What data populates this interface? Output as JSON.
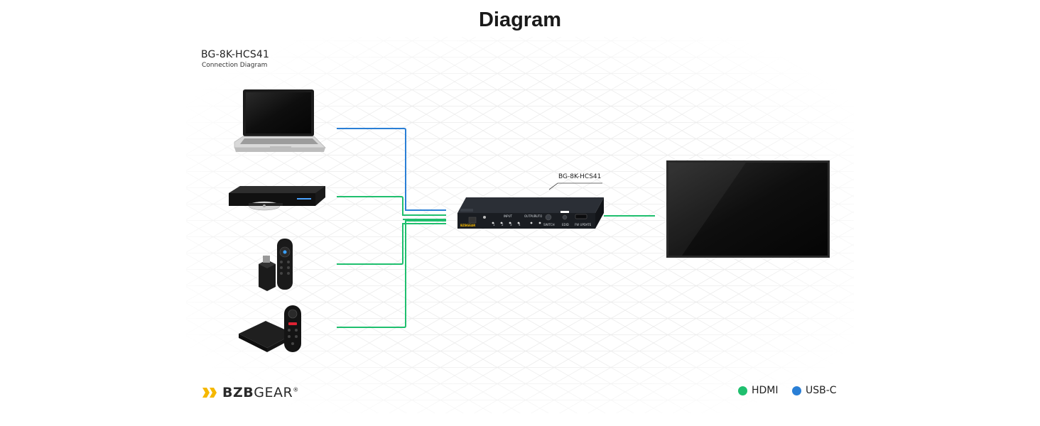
{
  "header": {
    "title": "Diagram"
  },
  "diagram": {
    "model": "BG-8K-HCS41",
    "subtitle": "Connection Diagram",
    "callout": "BG-8K-HCS41",
    "device_brand": "BZBGEAR",
    "panel": {
      "input_label": "INPUT",
      "output_label": "OUTPUT",
      "auto_label": "AUTO",
      "switch_label": "SWITCH",
      "edid_label": "EDID",
      "fw_label": "FW UPDATE",
      "numbers": [
        "1",
        "2",
        "3",
        "4"
      ]
    }
  },
  "footer": {
    "brand_bold": "BZB",
    "brand_light": "GEAR",
    "brand_mark": "®"
  },
  "legend": [
    {
      "label": "HDMI",
      "color": "#1fbf6e"
    },
    {
      "label": "USB-C",
      "color": "#2a7fd6"
    }
  ],
  "colors": {
    "hdmi": "#1fbf6e",
    "usbc": "#2a7fd6",
    "accent": "#f5b800"
  }
}
